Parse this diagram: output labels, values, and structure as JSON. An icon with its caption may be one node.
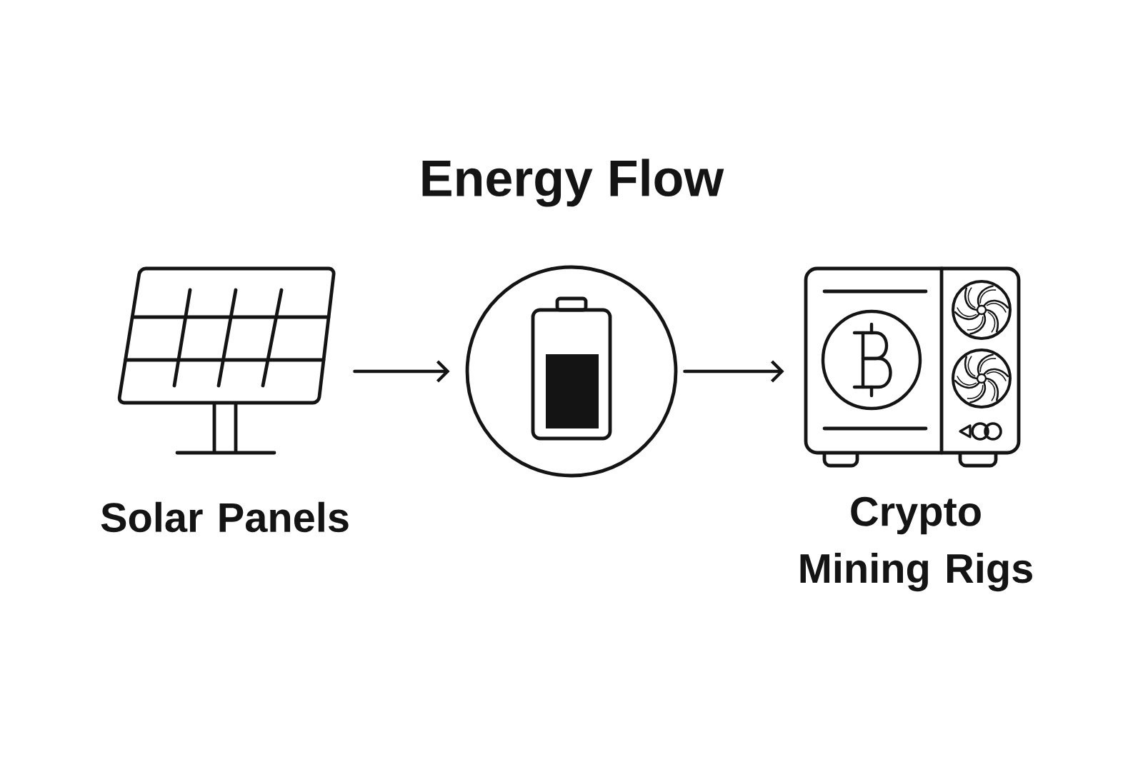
{
  "diagram": {
    "title": "Energy Flow",
    "nodes": [
      {
        "text": [],
        "shape": "picture",
        "beside": [
          "Solar Panels"
        ]
      },
      {
        "text": [],
        "shape": "circle"
      },
      {
        "text": [],
        "shape": "picture",
        "beside": [
          "Crypto Mining Rigs"
        ]
      }
    ],
    "edges": [
      {
        "from": 0,
        "to": 1,
        "arrow": "to"
      },
      {
        "from": 1,
        "to": 2,
        "arrow": "to"
      }
    ]
  }
}
